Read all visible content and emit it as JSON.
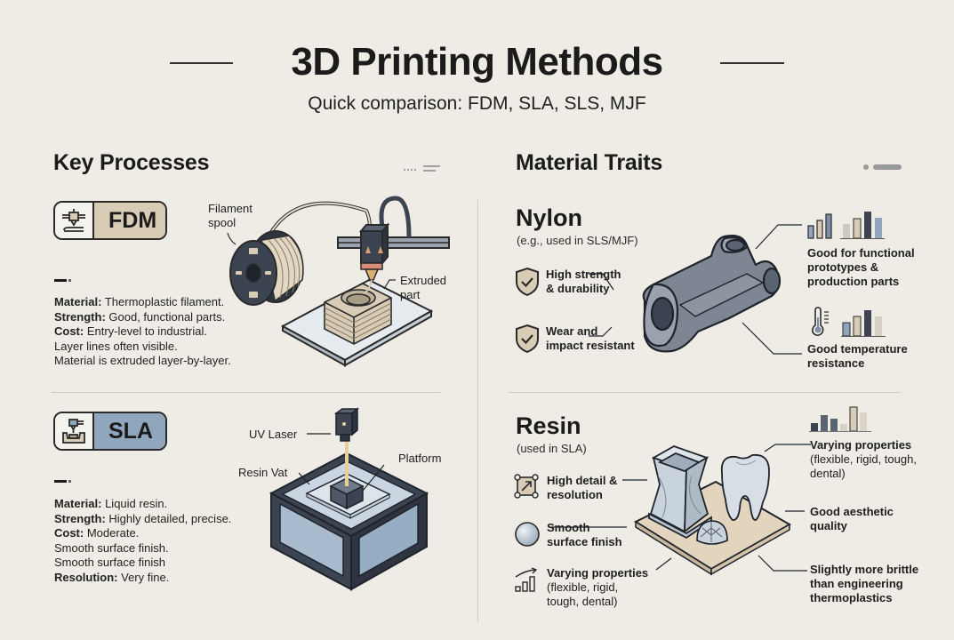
{
  "header": {
    "title": "3D Printing Methods",
    "subtitle": "Quick comparison: FDM, SLA, SLS, MJF"
  },
  "left_section": {
    "title": "Key Processes",
    "processes": [
      {
        "badge_label": "FDM",
        "badge_color": "#d8ccb6",
        "icon": "fdm-printer-icon",
        "illustration_labels": {
          "spool": "Filament spool",
          "extruded": "Extruded part"
        },
        "specs": [
          {
            "key": "Material:",
            "value": " Thermoplastic filament."
          },
          {
            "key": "Strength:",
            "value": " Good, functional parts."
          },
          {
            "key": "Cost:",
            "value": " Entry-level to industrial."
          },
          {
            "key": "",
            "value": "Layer lines often visible."
          },
          {
            "key": "",
            "value": "Material is extruded layer-by-layer."
          }
        ]
      },
      {
        "badge_label": "SLA",
        "badge_color": "#8fa6bd",
        "icon": "sla-laser-vat-icon",
        "illustration_labels": {
          "laser": "UV Laser",
          "vat": "Resin Vat",
          "platform": "Platform"
        },
        "specs": [
          {
            "key": "Material:",
            "value": " Liquid resin."
          },
          {
            "key": "Strength:",
            "value": " Highly detailed, precise."
          },
          {
            "key": "Cost:",
            "value": " Moderate."
          },
          {
            "key": "",
            "value": "Smooth surface finish."
          },
          {
            "key": "",
            "value": "Smooth surface finish"
          },
          {
            "key": "Resolution:",
            "value": " Very fine."
          }
        ]
      }
    ]
  },
  "right_section": {
    "title": "Material Traits",
    "materials": [
      {
        "name": "Nylon",
        "subtitle": "(e.g., used in SLS/MJF)",
        "left_traits": [
          {
            "icon": "shield-check-icon",
            "line1": "High strength",
            "line2": "& durability"
          },
          {
            "icon": "shield-check-icon",
            "line1": "Wear and",
            "line2": "impact resistant"
          }
        ],
        "right_traits": [
          {
            "icon": "bar-chart-icon",
            "lines": [
              "Good for functional",
              "prototypes &",
              "production parts"
            ]
          },
          {
            "icon": "thermometer-icon",
            "lines": [
              "Good temperature",
              "resistance"
            ]
          }
        ]
      },
      {
        "name": "Resin",
        "subtitle": "(used in SLA)",
        "left_traits": [
          {
            "icon": "resize-detail-icon",
            "line1": "High detail &",
            "line2": "resolution",
            "line3": ""
          },
          {
            "icon": "sphere-icon",
            "line1": "Smooth",
            "line2": "surface finish",
            "line3": ""
          },
          {
            "icon": "trend-bars-icon",
            "line1": "Varying properties",
            "line2": "(flexible, rigid,",
            "line3": "tough, dental)"
          }
        ],
        "right_traits": [
          {
            "icon": "bar-chart-icon",
            "title": "Varying properties",
            "lines": [
              "(flexible, rigid, tough,",
              "dental)"
            ]
          },
          {
            "icon": "",
            "title": "Good aesthetic",
            "lines": [
              "quality"
            ]
          },
          {
            "icon": "",
            "title": "Slightly more brittle",
            "lines": [
              "than engineering",
              "thermoplastics"
            ]
          }
        ]
      }
    ]
  },
  "colors": {
    "background": "#efece6",
    "ink": "#1b1b1b",
    "fdm_accent": "#d8ccb6",
    "sla_accent": "#8fa6bd",
    "slate": "#3c4452",
    "steel": "#7d8692"
  }
}
